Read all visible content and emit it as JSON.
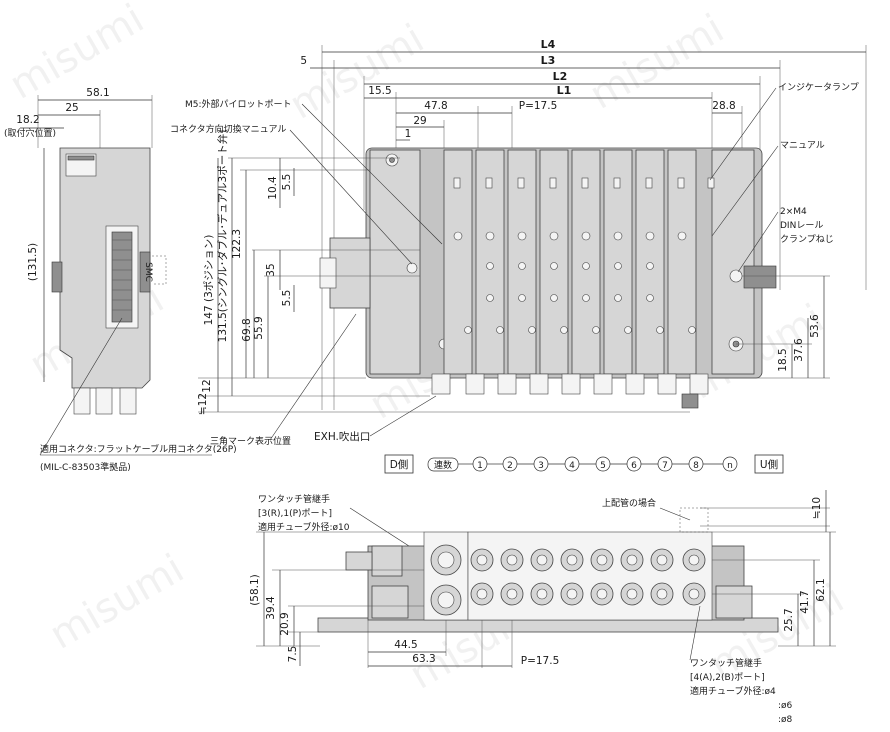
{
  "watermark": "misumi",
  "top_view": {
    "dims_horizontal": {
      "L4": "L4",
      "L3": "L3",
      "L2": "L2",
      "L1": "L1",
      "d5": "5",
      "d15_5": "15.5",
      "d47_8": "47.8",
      "d29": "29",
      "d1": "1",
      "pitch": "P=17.5",
      "d28_8": "28.8"
    },
    "labels": {
      "pilot_port": "M5:外部パイロットポート",
      "connector_manual": "コネクタ方向切換マニュアル",
      "indicator_lamp": "インジケータランプ",
      "manual": "マニュアル",
      "din_screw_1": "2×M4",
      "din_screw_2": "DINレール",
      "din_screw_3": "クランプねじ",
      "triangle_mark": "三角マーク表示位置",
      "exh": "EXH.吹出口"
    },
    "dims_vertical": {
      "d147": "147 (3ポジション)",
      "d131_5": "131.5(シングル･ダブル･デュアル3ポート弁)",
      "d122_3": "122.3",
      "d69_8": "69.8",
      "d55_9": "55.9",
      "d35": "35",
      "d10_4": "10.4",
      "d5_5a": "5.5",
      "d5_5b": "5.5",
      "d12a": "12",
      "d12b": "≒12",
      "d53_6": "53.6",
      "d37_6": "37.6",
      "d18_5": "18.5"
    }
  },
  "side_view": {
    "d58_1": "58.1",
    "d25": "25",
    "d18_2": "18.2",
    "mount_hole": "(取付穴位置)",
    "d131_5p": "(131.5)",
    "smc": "SMC",
    "connector_note_1": "適用コネクタ:フラットケーブル用コネクタ(26P)",
    "connector_note_2": "(MIL-C-83503準拠品)"
  },
  "station_row": {
    "d_side": "D側",
    "count": "連数",
    "stations": [
      "1",
      "2",
      "3",
      "4",
      "5",
      "6",
      "7",
      "8",
      "n"
    ],
    "u_side": "U側"
  },
  "front_view": {
    "fitting_label_1": "ワンタッチ管継手",
    "fitting_label_2": "[3(R),1(P)ポート]",
    "fitting_label_3": "適用チューブ外径:ø10",
    "upper_piping": "上配管の場合",
    "d_approx10": "≒10",
    "d58_1p": "(58.1)",
    "d39_4": "39.4",
    "d20_9": "20.9",
    "d7_5": "7.5",
    "d44_5": "44.5",
    "d63_3": "63.3",
    "pitch": "P=17.5",
    "d62_1": "62.1",
    "d41_7": "41.7",
    "d25_7": "25.7",
    "fitting2_label_1": "ワンタッチ管継手",
    "fitting2_label_2": "[4(A),2(B)ポート]",
    "fitting2_label_3": "適用チューブ外径:ø4",
    "fitting2_label_4": ":ø6",
    "fitting2_label_5": ":ø8"
  }
}
